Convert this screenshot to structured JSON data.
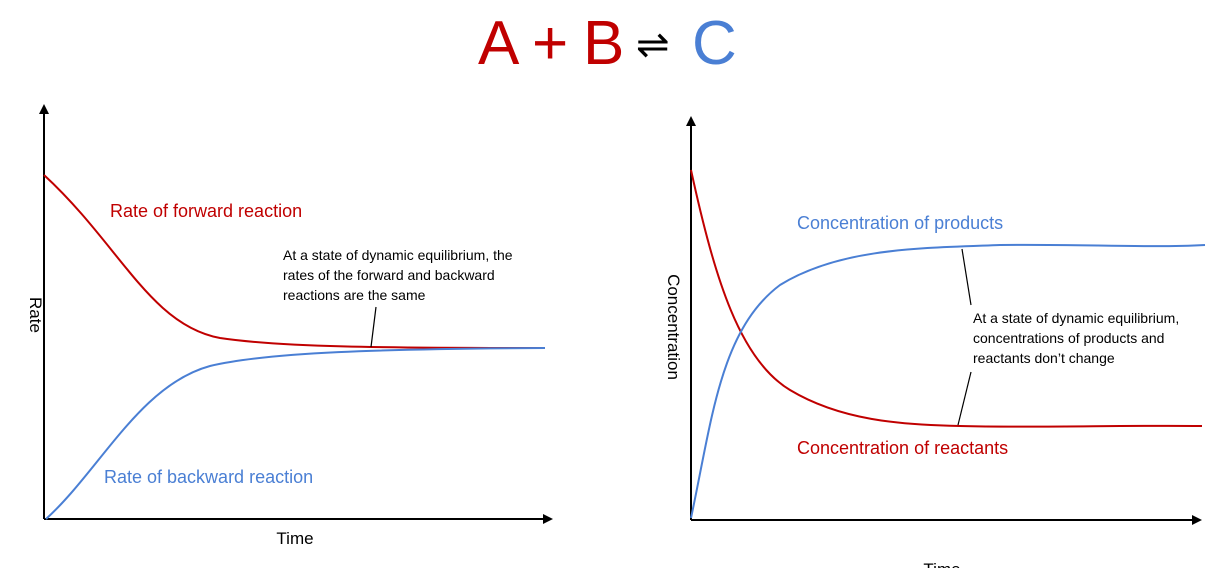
{
  "colors": {
    "red": "#c00000",
    "blue": "#4a7fd4",
    "axis": "#000000"
  },
  "equation": {
    "reactant_a": "A",
    "plus_1": "+",
    "reactant_b": "B",
    "arrow": "⇌",
    "product": "C"
  },
  "left_graph": {
    "y_label": "Rate",
    "x_label": "Time",
    "forward_label": "Rate of forward reaction",
    "backward_label": "Rate of backward reaction",
    "note_lines": [
      "At a state of dynamic equilibrium, the",
      "rates of the forward and backward",
      "reactions are the same"
    ]
  },
  "right_graph": {
    "y_label": "Concentration",
    "x_label": "Time",
    "products_label": "Concentration of products",
    "reactants_label": "Concentration of reactants",
    "note_lines": [
      "At a state of dynamic equilibrium,",
      "concentrations of products and",
      "reactants don’t change"
    ]
  }
}
